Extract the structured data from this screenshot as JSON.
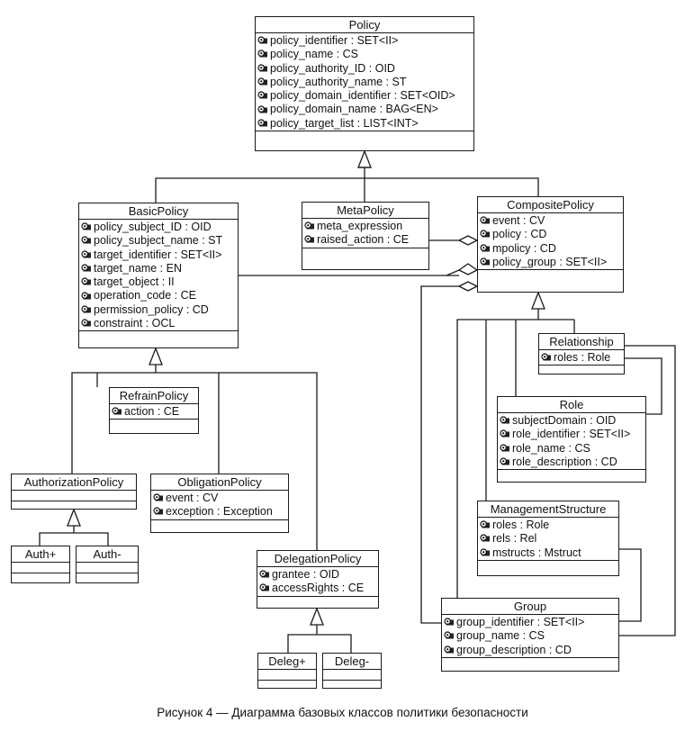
{
  "caption": "Рисунок 4 — Диаграмма базовых классов политики безопасности",
  "line_color": "#1a1a1a",
  "attribute_icon": "attribute-icon",
  "classes": {
    "policy": {
      "name": "Policy",
      "attributes": [
        "policy_identifier : SET<II>",
        "policy_name : CS",
        "policy_authority_ID : OID",
        "policy_authority_name : ST",
        "policy_domain_identifier : SET<OID>",
        "policy_domain_name : BAG<EN>",
        "policy_target_list : LIST<INT>"
      ]
    },
    "basic_policy": {
      "name": "BasicPolicy",
      "attributes": [
        "policy_subject_ID : OID",
        "policy_subject_name : ST",
        "target_identifier : SET<II>",
        "target_name : EN",
        "target_object : II",
        "operation_code : CE",
        "permission_policy : CD",
        "constraint : OCL"
      ]
    },
    "meta_policy": {
      "name": "MetaPolicy",
      "attributes": [
        "meta_expression",
        "raised_action : CE"
      ]
    },
    "composite_policy": {
      "name": "CompositePolicy",
      "attributes": [
        "event : CV",
        "policy : CD",
        "mpolicy : CD",
        "policy_group : SET<II>"
      ]
    },
    "refrain_policy": {
      "name": "RefrainPolicy",
      "attributes": [
        "action : CE"
      ]
    },
    "authorization_policy": {
      "name": "AuthorizationPolicy",
      "attributes": []
    },
    "obligation_policy": {
      "name": "ObligationPolicy",
      "attributes": [
        "event : CV",
        "exception : Exception"
      ]
    },
    "delegation_policy": {
      "name": "DelegationPolicy",
      "attributes": [
        "grantee : OID",
        "accessRights : CE"
      ]
    },
    "auth_plus": {
      "name": "Auth+",
      "attributes": []
    },
    "auth_minus": {
      "name": "Auth-",
      "attributes": []
    },
    "deleg_plus": {
      "name": "Deleg+",
      "attributes": []
    },
    "deleg_minus": {
      "name": "Deleg-",
      "attributes": []
    },
    "relationship": {
      "name": "Relationship",
      "attributes": [
        "roles : Role"
      ]
    },
    "role": {
      "name": "Role",
      "attributes": [
        "subjectDomain : OID",
        "role_identifier : SET<II>",
        "role_name : CS",
        "role_description : CD"
      ]
    },
    "management_structure": {
      "name": "ManagementStructure",
      "attributes": [
        "roles : Role",
        "rels : Rel",
        "mstructs : Mstruct"
      ]
    },
    "group": {
      "name": "Group",
      "attributes": [
        "group_identifier : SET<II>",
        "group_name : CS",
        "group_description : CD"
      ]
    }
  }
}
